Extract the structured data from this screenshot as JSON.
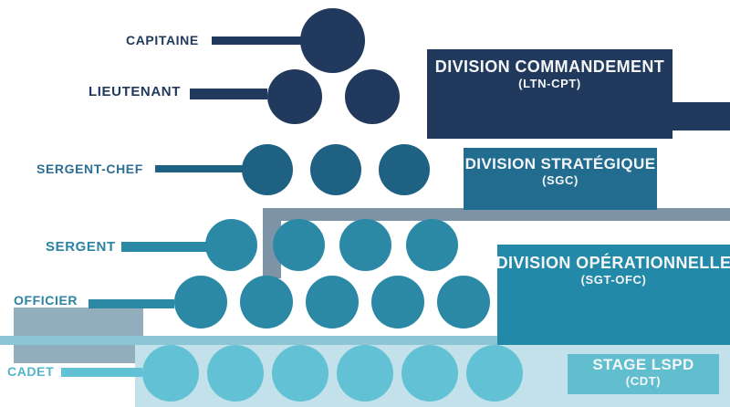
{
  "diagram": {
    "type": "hierarchy-pyramid"
  },
  "ranks": [
    {
      "label": "CAPITAINE",
      "count": 1,
      "circle_color": "#21395c",
      "label_color": "#21395c"
    },
    {
      "label": "LIEUTENANT",
      "count": 2,
      "circle_color": "#21395c",
      "label_color": "#21395c"
    },
    {
      "label": "SERGENT-CHEF",
      "count": 3,
      "circle_color": "#1e6182",
      "label_color": "#2a6e95"
    },
    {
      "label": "SERGENT",
      "count": 4,
      "circle_color": "#2c89a6",
      "label_color": "#2b84a3"
    },
    {
      "label": "OFFICIER",
      "count": 5,
      "circle_color": "#2c89a6",
      "label_color": "#2b84a3"
    },
    {
      "label": "CADET",
      "count": 6,
      "circle_color": "#62c1d5",
      "label_color": "#54b4cb"
    }
  ],
  "divisions": [
    {
      "title": "DIVISION COMMANDEMENT",
      "subtitle": "(LTN-CPT)",
      "color": "#21395c"
    },
    {
      "title": "DIVISION STRATÉGIQUE",
      "subtitle": "(SGC)",
      "color": "#216c8f"
    },
    {
      "title": "DIVISION OPÉRATIONNELLE",
      "subtitle": "(SGT-OFC)",
      "color": "#2389a8"
    },
    {
      "title": "STAGE LSPD",
      "subtitle": "(CDT)",
      "color": "#60becf"
    }
  ],
  "decor": {
    "strategique_band_color": "#7d94a7",
    "officier_block_color": "#92aebd",
    "operationnelle_band_color": "#8cc6d4",
    "stage_wash_color": "#c2e1ea"
  }
}
